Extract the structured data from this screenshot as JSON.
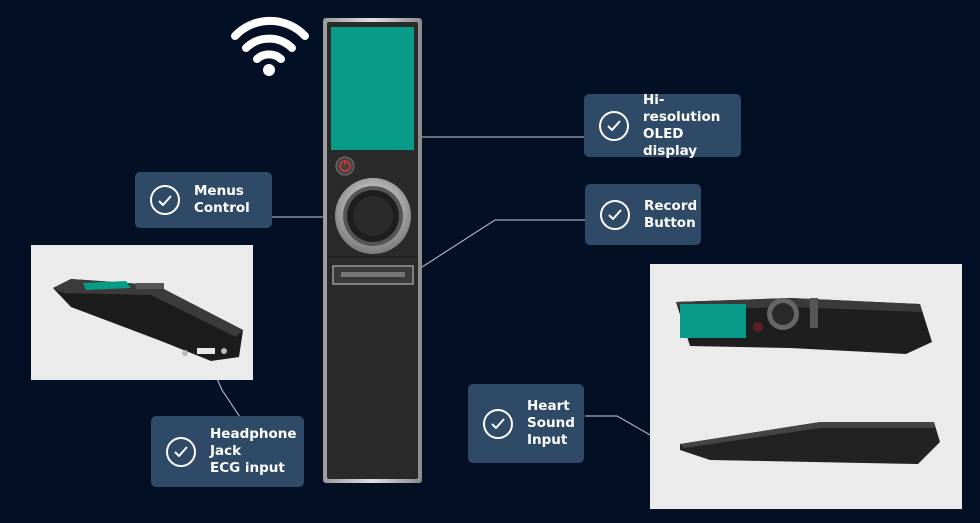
{
  "colors": {
    "background": "#030f25",
    "callout_bg": "#2f4a66",
    "screen": "#079b88",
    "device_body": "#2a2a2a",
    "photo_bg": "#ebebeb",
    "leader_line": "#c8cdd4"
  },
  "icons": {
    "wifi": "wifi-icon",
    "check": "check-circle-icon",
    "power": "power-icon"
  },
  "callouts": {
    "display": "Hi-resolution\nOLED display",
    "menus": "Menus\nControl",
    "record": "Record\nButton",
    "headphone": "Headphone\nJack\nECG input",
    "heart": "Heart\nSound\nInput"
  }
}
